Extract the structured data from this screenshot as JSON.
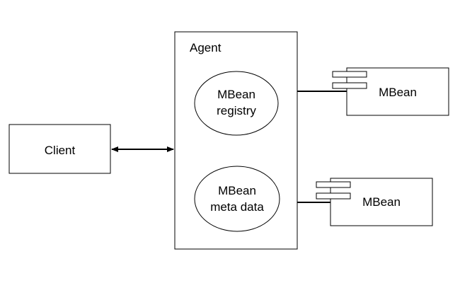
{
  "diagram": {
    "client": {
      "label": "Client"
    },
    "agent": {
      "label": "Agent"
    },
    "registry": {
      "line1": "MBean",
      "line2": "registry"
    },
    "metadata": {
      "line1": "MBean",
      "line2": "meta data"
    },
    "mbean_top": {
      "label": "MBean"
    },
    "mbean_bottom": {
      "label": "MBean"
    },
    "colors": {
      "stroke": "#000000",
      "fill": "#ffffff"
    }
  }
}
